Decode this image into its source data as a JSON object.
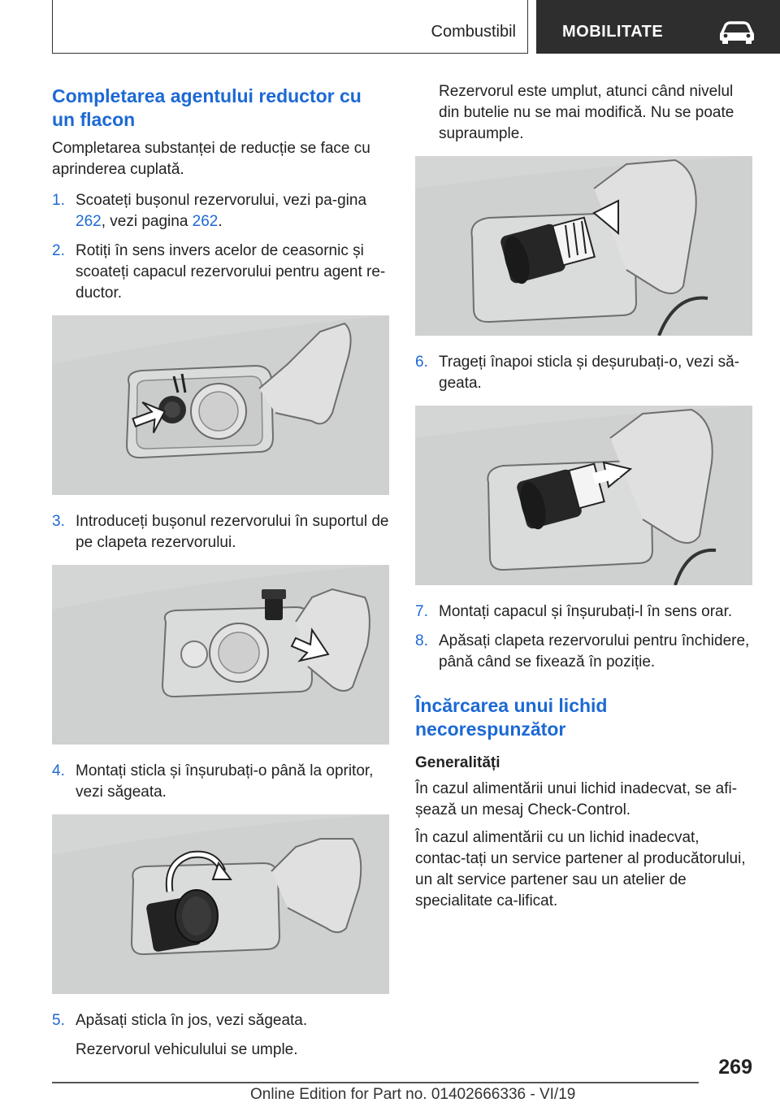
{
  "header": {
    "section": "Combustibil",
    "chapter": "MOBILITATE",
    "chapter_icon": "car-icon"
  },
  "left": {
    "title": "Completarea agentului reductor cu un flacon",
    "intro": "Completarea substanței de reducție se face cu aprinderea cuplată.",
    "step1": {
      "num": "1.",
      "pre": "Scoateți bușonul rezervorului, vezi pa‐gina ",
      "link1": "262",
      "mid": ", vezi pagina ",
      "link2": "262",
      "post": "."
    },
    "step2": {
      "num": "2.",
      "text": "Rotiți în sens invers acelor de ceasornic și scoateți capacul rezervorului pentru agent re‐ductor."
    },
    "step3": {
      "num": "3.",
      "text": "Introduceți bușonul rezervorului în suportul de pe clapeta rezervorului."
    },
    "step4": {
      "num": "4.",
      "text": "Montați sticla și înșurubați-o până la opritor, vezi săgeata."
    },
    "step5": {
      "num": "5.",
      "text": "Apăsați sticla în jos, vezi săgeata.",
      "sub": "Rezervorul vehiculului se umple."
    }
  },
  "right": {
    "continuation": "Rezervorul este umplut, atunci când nivelul din butelie nu se mai modifică. Nu se poate supraumple.",
    "step6": {
      "num": "6.",
      "text": "Trageți înapoi sticla și deșurubați-o, vezi să‐geata."
    },
    "step7": {
      "num": "7.",
      "text": "Montați capacul și înșurubați-l în sens orar."
    },
    "step8": {
      "num": "8.",
      "text": "Apăsați clapeta rezervorului pentru închidere, până când se fixează în poziție."
    },
    "title": "Încărcarea unui lichid necorespunzător",
    "subtitle": "Generalități",
    "para1": "În cazul alimentării unui lichid inadecvat, se afi‐șează un mesaj Check-Control.",
    "para2": "În cazul alimentării cu un lichid inadecvat, contac‐tați un service partener al producătorului, un alt service partener sau un atelier de specialitate ca‐lificat."
  },
  "footer": {
    "page_number": "269",
    "edition": "Online Edition for Part no. 01402666336 - VI/19"
  },
  "colors": {
    "accent": "#1c69d4",
    "chapter_bg": "#2e2e2e"
  }
}
